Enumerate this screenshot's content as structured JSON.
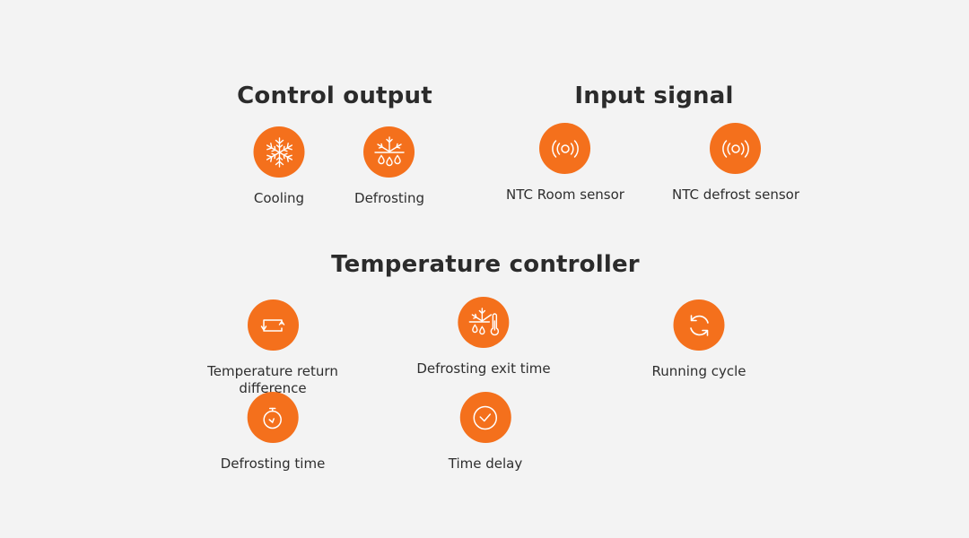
{
  "sections": {
    "control_output": {
      "title": "Control output",
      "items": [
        {
          "label": "Cooling",
          "icon": "snowflake-icon"
        },
        {
          "label": "Defrosting",
          "icon": "snowflake-drops-icon"
        }
      ]
    },
    "input_signal": {
      "title": "Input signal",
      "items": [
        {
          "label": "NTC Room sensor",
          "icon": "sensor-signal-icon"
        },
        {
          "label": "NTC defrost sensor",
          "icon": "sensor-signal-icon"
        }
      ]
    },
    "temperature_controller": {
      "title": "Temperature controller",
      "items": [
        {
          "label": "Temperature return difference",
          "icon": "return-arrows-icon"
        },
        {
          "label": "Defrosting exit time",
          "icon": "defrost-thermometer-icon"
        },
        {
          "label": "Running cycle",
          "icon": "refresh-cycle-icon"
        },
        {
          "label": "Defrosting time",
          "icon": "stopwatch-icon"
        },
        {
          "label": "Time delay",
          "icon": "clock-check-icon"
        }
      ]
    }
  },
  "colors": {
    "accent": "#f4701c",
    "background": "#f3f3f3",
    "text": "#2e2e2e"
  }
}
